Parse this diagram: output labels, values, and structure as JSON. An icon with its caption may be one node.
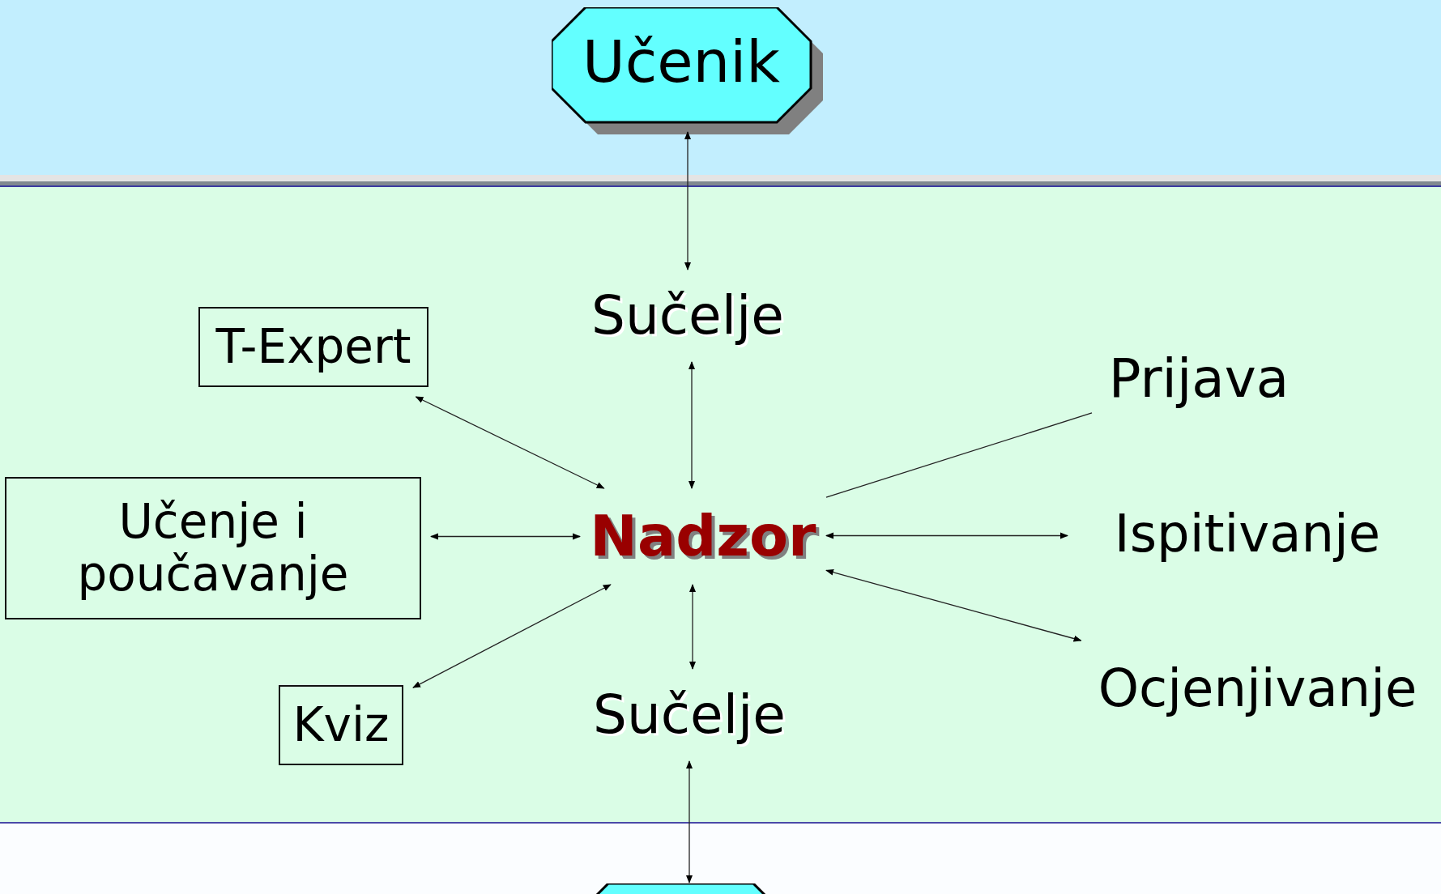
{
  "diagram": {
    "nodes": [
      {
        "text": [
          "Učenik"
        ]
      },
      {
        "text": [
          "Sučelje"
        ]
      },
      {
        "text": [
          "T-Expert"
        ]
      },
      {
        "text": [
          "Prijava"
        ]
      },
      {
        "text": [
          "Učenje i poučavanje"
        ]
      },
      {
        "text": [
          "Nadzor"
        ]
      },
      {
        "text": [
          "Ispitivanje"
        ]
      },
      {
        "text": [
          "Kviz"
        ]
      },
      {
        "text": [
          "Ocjenjivanje"
        ]
      },
      {
        "text": [
          "Sučelje"
        ]
      },
      {
        "text": [],
        "shape": "octagon"
      }
    ],
    "edges": [
      {
        "from": 0,
        "to": 1,
        "arrow": "both"
      },
      {
        "from": 1,
        "to": 5,
        "arrow": "both"
      },
      {
        "from": 2,
        "to": 5,
        "arrow": "both"
      },
      {
        "from": 4,
        "to": 5,
        "arrow": "both"
      },
      {
        "from": 7,
        "to": 5,
        "arrow": "both"
      },
      {
        "from": 5,
        "to": 3,
        "arrow": "none"
      },
      {
        "from": 5,
        "to": 6,
        "arrow": "both"
      },
      {
        "from": 5,
        "to": 8,
        "arrow": "both"
      },
      {
        "from": 5,
        "to": 9,
        "arrow": "both"
      },
      {
        "from": 9,
        "to": 10,
        "arrow": "both"
      }
    ]
  }
}
